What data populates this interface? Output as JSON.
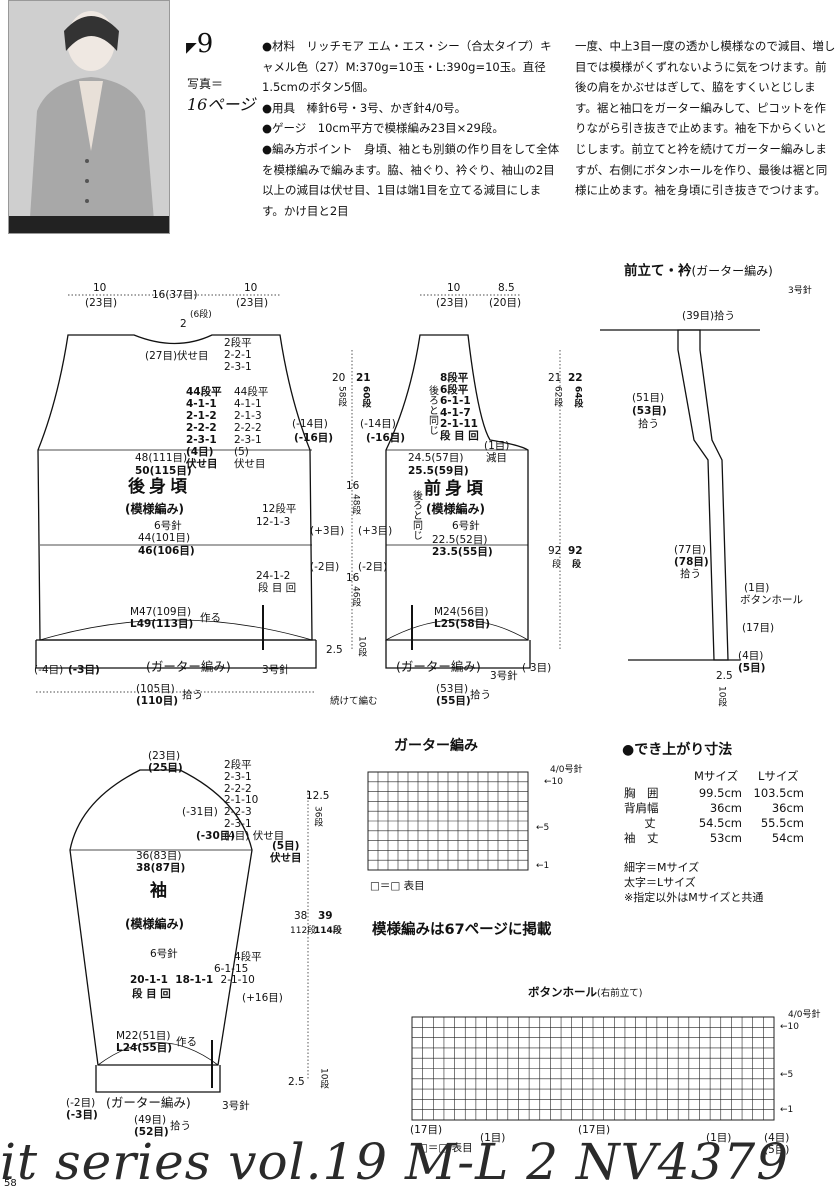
{
  "header": {
    "pattern_no": "9",
    "photo_label": "写真＝",
    "photo_page": "16ページ"
  },
  "instructions": {
    "col1": [
      "●材料　リッチモア エム・エス・シー（合太タイプ）キャメル色（27）M:370g=10玉・L:390g=10玉。直径1.5cmのボタン5個。",
      "●用具　棒針6号・3号、かぎ針4/0号。",
      "●ゲージ　10cm平方で模様編み23目×29段。",
      "●編み方ポイント　身頃、袖とも別鎖の作り目をして全体を模様編みで編みます。脇、袖ぐり、衿ぐり、袖山の2目以上の減目は伏せ目、1目は端1目を立てる減目にします。かけ目と2目"
    ],
    "col2": "一度、中上3目一度の透かし模様なので減目、増し目では模様がくずれないように気をつけます。前後の肩をかぶせはぎして、脇をすくいとじします。裾と袖口をガーター編みして、ピコットを作りながら引き抜きで止めます。袖を下からくいとじします。前立てと衿を続けてガーター編みしますが、右側にボタンホールを作り、最後は裾と同様に止めます。袖を身頃に引き抜きでつけます。"
  },
  "back": {
    "top_w_left": "10",
    "top_w_left_st": "(23目)",
    "neck_w": "16(37目)",
    "top_w_right": "10",
    "top_w_right_st": "(23目)",
    "neck_depth": "2",
    "neck_depth_rows": "(6段)",
    "neck_bindoff": "(27目)伏せ目",
    "neck_dec": [
      "2段平",
      "2-2-1",
      "2-3-1"
    ],
    "arm_dec_m": [
      "44段平",
      "4-1-1",
      "2-1-3",
      "2-2-2",
      "2-3-1",
      "(5)",
      "伏せ目"
    ],
    "arm_dec_l": [
      "44段平",
      "4-1-1",
      "2-1-2",
      "2-2-2",
      "2-3-1",
      "(4目)",
      "伏せ目"
    ],
    "arm_dec_count_m": "(-14目)",
    "arm_dec_count_l": "(-16目)",
    "armhole_h_m": "20",
    "armhole_h_m_rows": "58段",
    "armhole_h_l": "21",
    "armhole_h_l_rows": "60段",
    "bust_m": "48(111目)",
    "bust_l": "50(115目)",
    "title": "後身頃",
    "pattern": "(模様編み)",
    "needle": "6号針",
    "side_inc": [
      "12段平",
      "12-1-3"
    ],
    "side_inc_count": "(+3目)",
    "waist_m": "44(101目)",
    "waist_l": "46(106目)",
    "side_h": "16",
    "side_h_rows": "48段",
    "side_dec": [
      "24-1-2",
      "段 目 回"
    ],
    "side_dec_count": "(-2目)",
    "lower_h": "16",
    "lower_h_rows": "46段",
    "cast_m": "M47(109目)",
    "cast_l": "L49(113目)",
    "cast_note": "作る",
    "hem_h": "2.5",
    "hem_rows": "10段",
    "hem_dec_m": "(-4目)",
    "hem_dec_l": "(-3目)",
    "garter": "(ガーター編み)",
    "garter_needle": "3号針",
    "pickup_m": "(105目)",
    "pickup_l": "(110目)",
    "pickup_note": "拾う"
  },
  "front": {
    "top_w_left": "10",
    "top_w_left_st": "(23目)",
    "top_w_right": "8.5",
    "top_w_right_st": "(20目)",
    "neck_dec": [
      "8段平",
      "6段平",
      "6-1-1",
      "4-1-7",
      "2-1-11",
      "段 目 回"
    ],
    "neck_note": "後ろと同じ",
    "neck_1": "(1目)",
    "neck_1b": "減目",
    "arm_dec_count_m": "(-14目)",
    "arm_dec_count_l": "(-16目)",
    "armhole_h_m": "21",
    "armhole_h_m_rows": "62段",
    "armhole_h_l": "22",
    "armhole_h_l_rows": "64段",
    "bust_m": "24.5(57目)",
    "bust_l": "25.5(59目)",
    "title": "前身頃",
    "pattern": "(模様編み)",
    "needle": "6号針",
    "same_note": "後ろと同じ",
    "side_inc_count": "(+3目)",
    "waist_m": "22.5(52目)",
    "waist_l": "23.5(55目)",
    "side_dec_count": "(-2目)",
    "length_m": "92",
    "length_m_rows": "段",
    "length_l": "92",
    "length_l_rows": "段",
    "cast_m": "M24(56目)",
    "cast_l": "L25(58目)",
    "garter": "(ガーター編み)",
    "garter_needle": "3号針",
    "hem_dec": "(-3目)",
    "pickup_m": "(53目)",
    "pickup_l": "(55目)",
    "pickup_note": "拾う",
    "continue_note": "続けて編む"
  },
  "band": {
    "title": "前立て・衿",
    "title_paren": "(ガーター編み)",
    "needle": "3号針",
    "top_pick": "(39目)拾う",
    "side_m": "(51目)",
    "side_l": "(53目)",
    "side_note": "拾う",
    "lower_m": "(77目)",
    "lower_l": "(78目)",
    "lower_note": "拾う",
    "hole": "(1目)",
    "hole_label": "ボタンホール",
    "space": "(17目)",
    "end_m": "(4目)",
    "end_l": "(5目)",
    "width": "2.5",
    "rows": "10段"
  },
  "sleeve": {
    "top_m": "(23目)",
    "top_l": "(25目)",
    "cap_dec": [
      "2段平",
      "2-3-1",
      "2-2-2",
      "2-1-10",
      "2-2-3",
      "2-3-1",
      "(4目) 伏せ目"
    ],
    "cap_dec_l": "(5目)",
    "cap_dec_l_b": "伏せ目",
    "cap_count_m": "(-31目)",
    "cap_count_l": "(-30目)",
    "cap_h": "12.5",
    "cap_rows": "36段",
    "upper_m": "36(83目)",
    "upper_l": "38(87目)",
    "title": "袖",
    "pattern": "(模様編み)",
    "needle": "6号針",
    "inc": [
      "4段平",
      "6-1-15",
      "2-1-10"
    ],
    "inc2": [
      "20-1-1",
      "18-1-1"
    ],
    "inc_note": "段 目 回",
    "inc_count": "(+16目)",
    "len_m": "38",
    "len_m_rows": "112段",
    "len_l": "39",
    "len_l_rows": "114段",
    "cast_m": "M22(51目)",
    "cast_l": "L24(55目)",
    "cast_note": "作る",
    "cuff_h": "2.5",
    "cuff_rows": "10段",
    "cuff_dec_m": "(-2目)",
    "cuff_dec_l": "(-3目)",
    "garter": "(ガーター編み)",
    "garter_needle": "3号針",
    "pick_m": "(49目)",
    "pick_l": "(52目)",
    "pick_note": "拾う"
  },
  "garter_chart": {
    "title": "ガーター編み",
    "needle": "4/0号針",
    "rows": [
      "10",
      "5",
      "1"
    ],
    "legend": "□＝□ 表目"
  },
  "pattern_ref": "模様編みは67ページに掲載",
  "sizes": {
    "title": "●でき上がり寸法",
    "col_m": "Mサイズ",
    "col_l": "Lサイズ",
    "rows": [
      {
        "label": "胸　囲",
        "m": "99.5cm",
        "l": "103.5cm"
      },
      {
        "label": "背肩幅",
        "m": "36cm",
        "l": "36cm"
      },
      {
        "label": "丈",
        "m": "54.5cm",
        "l": "55.5cm"
      },
      {
        "label": "袖　丈",
        "m": "53cm",
        "l": "54cm"
      }
    ],
    "notes": [
      "細字＝Mサイズ",
      "太字＝Lサイズ",
      "※指定以外はMサイズと共通"
    ]
  },
  "buttonhole_chart": {
    "title": "ボタンホール",
    "sub": "(右前立て)",
    "needle": "4/0号針",
    "rows": [
      "10",
      "5",
      "1"
    ],
    "bottom": [
      "(17目)",
      "(1目)",
      "(17目)",
      "(1目)",
      "(4目)"
    ],
    "legend": "□＝□ 表目",
    "bottom_end": "(5目)"
  },
  "footer": {
    "page": "58",
    "series": "it series vol.19 M-L 2 NV4379"
  }
}
